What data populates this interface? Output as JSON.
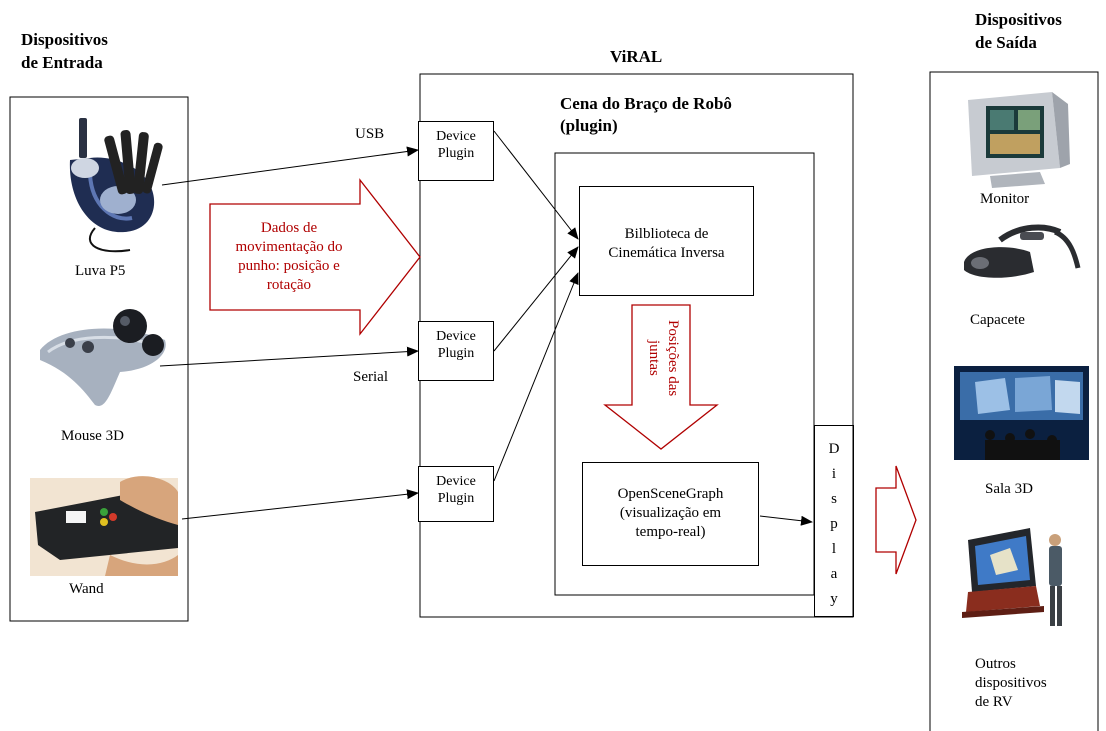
{
  "input_section": {
    "title_line1": "Dispositivos",
    "title_line2": "de Entrada",
    "devices": [
      "Luva P5",
      "Mouse 3D",
      "Wand"
    ]
  },
  "viral": {
    "title": "ViRAL",
    "scene_title_line1": "Cena do Braço de Robô",
    "scene_title_line2": "(plugin)",
    "device_plugin_line1": "Device",
    "device_plugin_line2": "Plugin",
    "library_line1": "Bilblioteca de",
    "library_line2": "Cinemática Inversa",
    "osg_line1": "OpenSceneGraph",
    "osg_line2": "(visualização em",
    "osg_line3": "tempo-real)",
    "display_letters": [
      "D",
      "i",
      "s",
      "p",
      "l",
      "a",
      "y"
    ]
  },
  "connections": {
    "usb": "USB",
    "serial": "Serial"
  },
  "annotations": {
    "movement_line1": "Dados de",
    "movement_line2": "movimentação do",
    "movement_line3": "punho: posição e",
    "movement_line4": "rotação",
    "joints_line1": "Posições das",
    "joints_line2": "juntas"
  },
  "output_section": {
    "title_line1": "Dispositivos",
    "title_line2": "de Saída",
    "devices": [
      "Monitor",
      "Capacete",
      "Sala 3D"
    ],
    "others_line1": "Outros",
    "others_line2": "dispositivos",
    "others_line3": "de RV"
  },
  "colors": {
    "annotation_red": "#b00000",
    "line": "#000000"
  }
}
